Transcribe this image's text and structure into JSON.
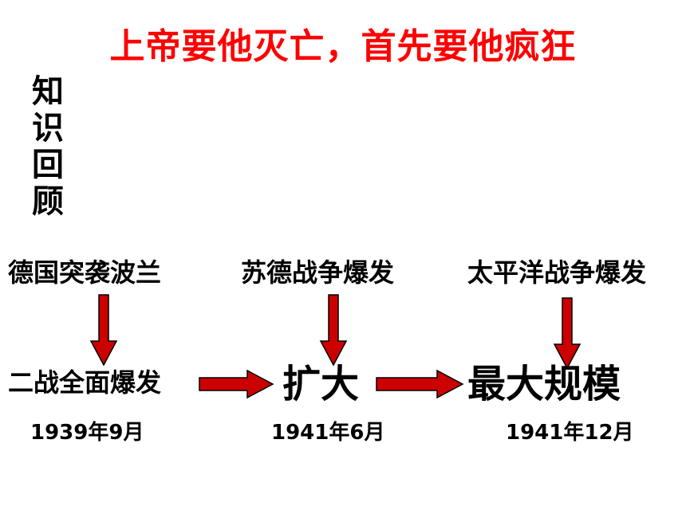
{
  "slide": {
    "title": "上帝要他灭亡，首先要他疯狂",
    "side_label": "知识回顾",
    "events": [
      {
        "cause": "德国突袭波兰",
        "stage": "二战全面爆发",
        "date": "1939年9月"
      },
      {
        "cause": "苏德战争爆发",
        "stage": "扩大",
        "date": "1941年6月"
      },
      {
        "cause": "太平洋战争爆发",
        "stage": "最大规模",
        "date": "1941年12月"
      }
    ],
    "colors": {
      "title": "#ff0000",
      "arrow_fill": "#cc0000",
      "arrow_stroke": "#000000"
    }
  }
}
